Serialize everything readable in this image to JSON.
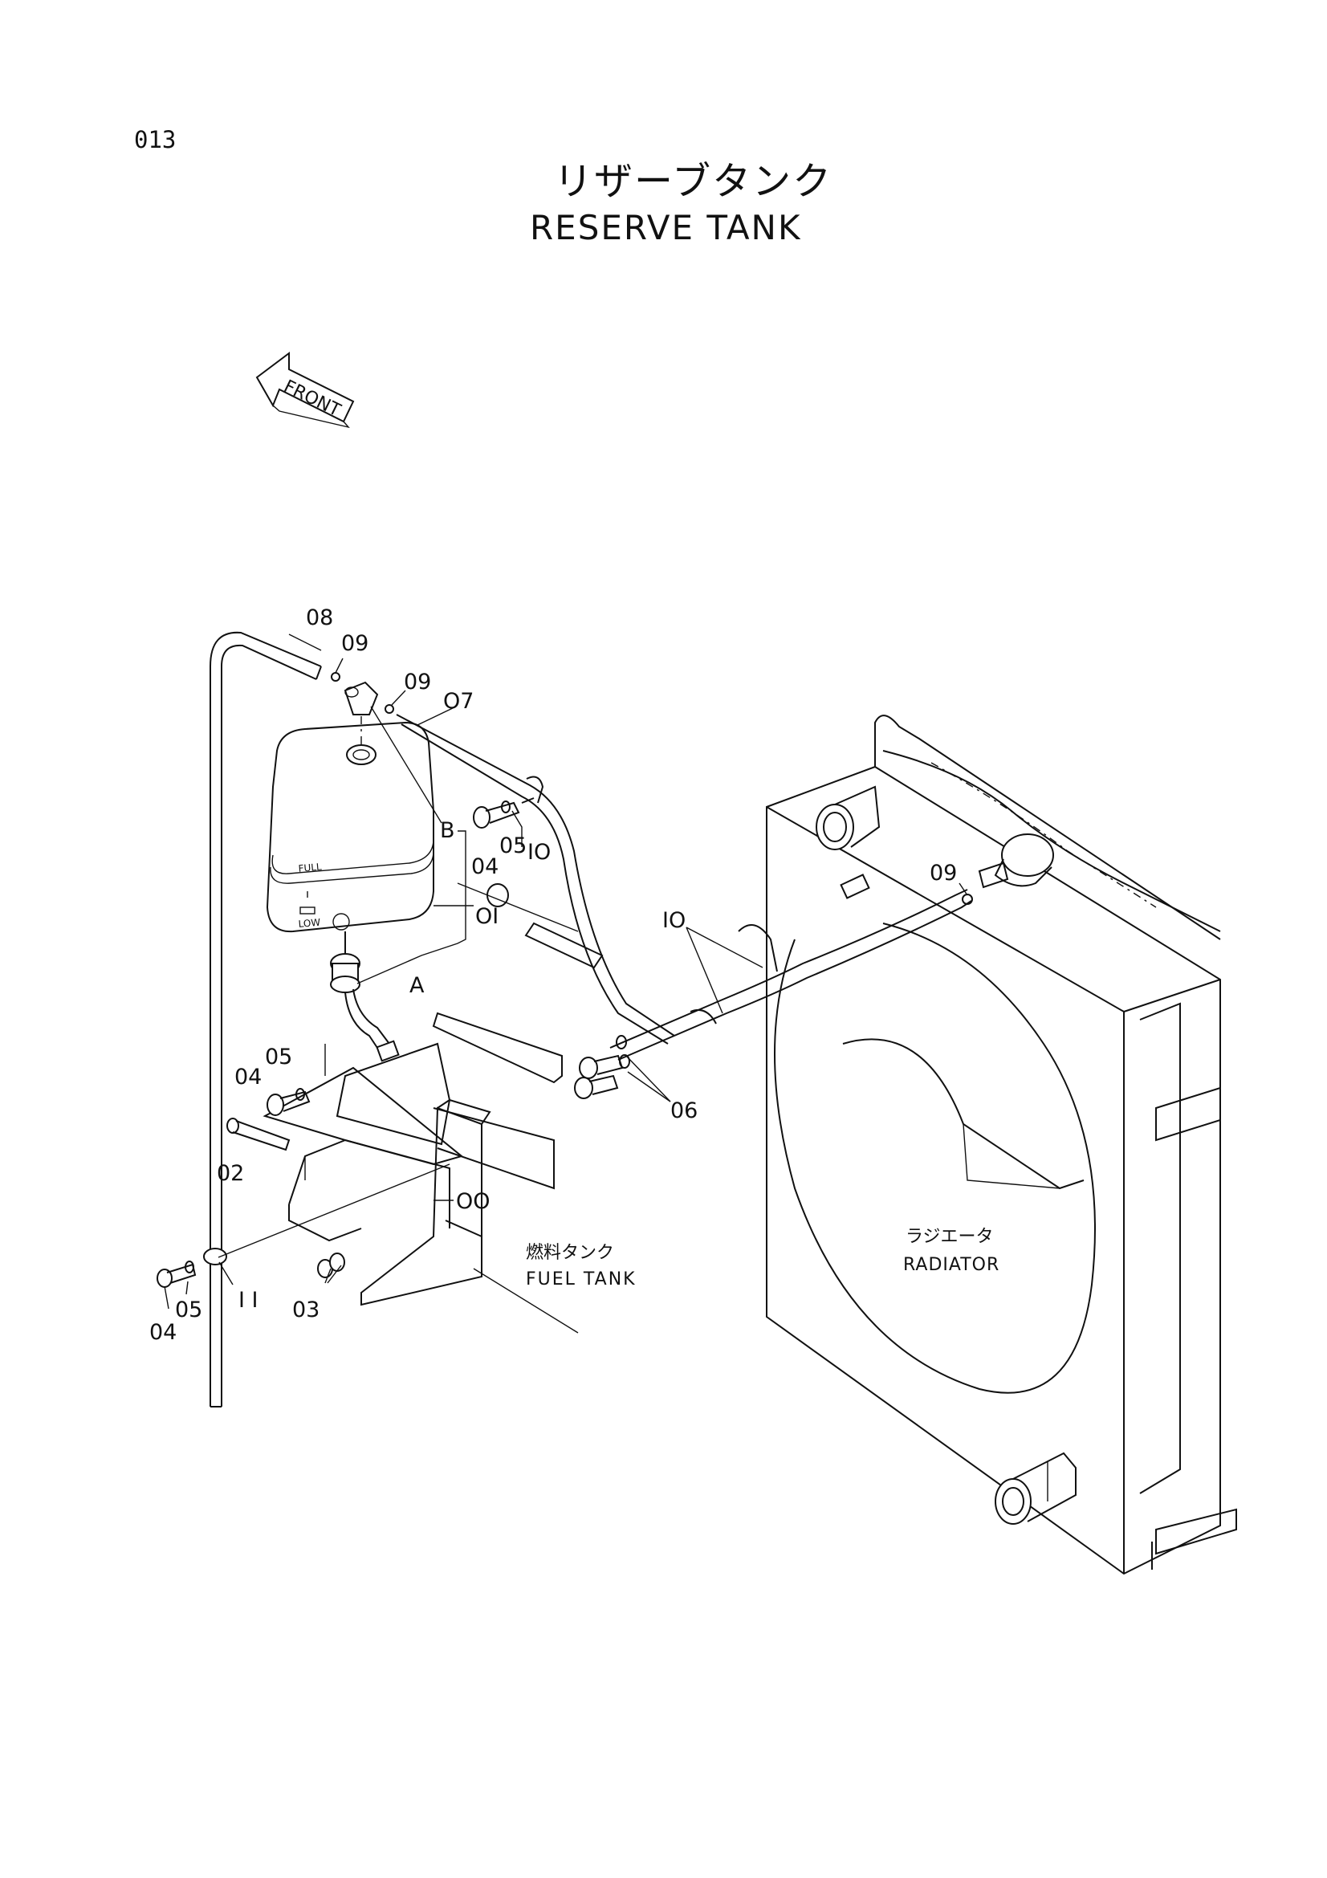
{
  "page_number": "013",
  "title_jp": "リザーブタンク",
  "title_en": "RESERVE TANK",
  "front_label": "FRONT",
  "callouts": {
    "p00": "OO",
    "p01": "OI",
    "p02": "02",
    "p03": "03",
    "p04_a": "04",
    "p04_b": "04",
    "p04_c": "04",
    "p05_a": "05",
    "p05_b": "05",
    "p05_c": "05",
    "p06": "06",
    "p07": "O7",
    "p08": "08",
    "p09_a": "09",
    "p09_b": "09",
    "p09_c": "09",
    "p10_a": "IO",
    "p10_b": "IO",
    "p11": "I I",
    "ref_a": "A",
    "ref_b": "B"
  },
  "fuel_tank": {
    "jp": "燃料タンク",
    "en": "FUEL TANK"
  },
  "radiator": {
    "jp": "ラジエータ",
    "en": "RADIATOR"
  },
  "tank_marks": {
    "full": "FULL",
    "low": "LOW"
  }
}
